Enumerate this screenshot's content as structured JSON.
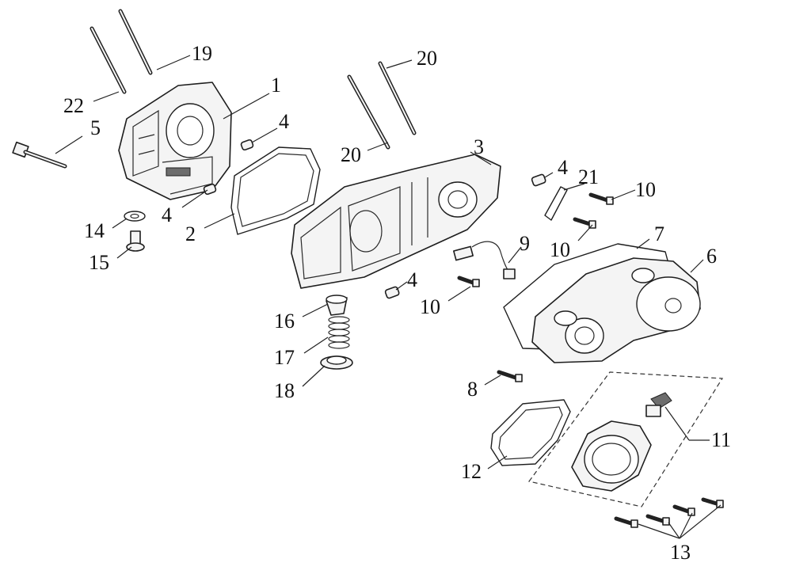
{
  "callouts": {
    "c1": "1",
    "c2": "2",
    "c3": "3",
    "c4a": "4",
    "c4b": "4",
    "c4c": "4",
    "c4d": "4",
    "c5": "5",
    "c6": "6",
    "c7": "7",
    "c8": "8",
    "c9": "9",
    "c10a": "10",
    "c10b": "10",
    "c10c": "10",
    "c11": "11",
    "c12": "12",
    "c13": "13",
    "c14": "14",
    "c15": "15",
    "c16": "16",
    "c17": "17",
    "c18": "18",
    "c19": "19",
    "c20a": "20",
    "c20b": "20",
    "c21": "21",
    "c22": "22"
  }
}
